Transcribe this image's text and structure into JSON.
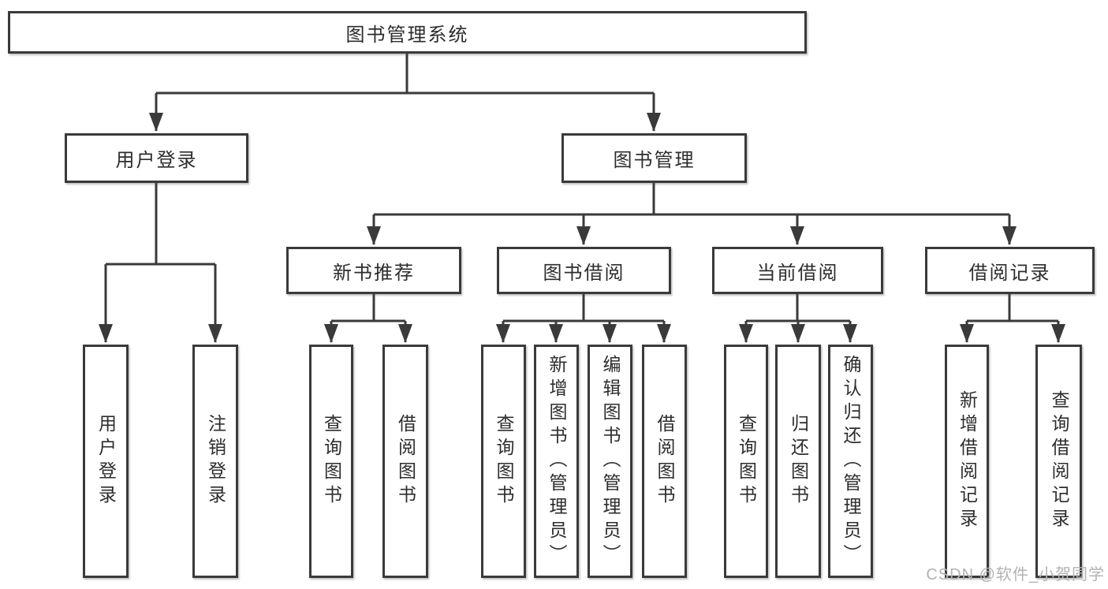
{
  "diagram_title": "图书管理系统",
  "watermark": {
    "text": "CSDN @软件_小贺同学"
  },
  "colors": {
    "line": "#3a3a3a",
    "box_border": "#3a3a3a",
    "text": "#2d2d2d",
    "watermark": "#b3b3b3",
    "background": "#ffffff"
  },
  "tree": {
    "label": "图书管理系统",
    "children": [
      {
        "label": "用户登录",
        "children": [
          {
            "label": "用户登录"
          },
          {
            "label": "注销登录"
          }
        ]
      },
      {
        "label": "图书管理",
        "children": [
          {
            "label": "新书推荐",
            "children": [
              {
                "label": "查询图书"
              },
              {
                "label": "借阅图书"
              }
            ]
          },
          {
            "label": "图书借阅",
            "children": [
              {
                "label": "查询图书"
              },
              {
                "label": "新增图书（管理员）"
              },
              {
                "label": "编辑图书（管理员）"
              },
              {
                "label": "借阅图书"
              }
            ]
          },
          {
            "label": "当前借阅",
            "children": [
              {
                "label": "查询图书"
              },
              {
                "label": "归还图书"
              },
              {
                "label": "确认归还（管理员）"
              }
            ]
          },
          {
            "label": "借阅记录",
            "children": [
              {
                "label": "新增借阅记录"
              },
              {
                "label": "查询借阅记录"
              }
            ]
          }
        ]
      }
    ]
  }
}
